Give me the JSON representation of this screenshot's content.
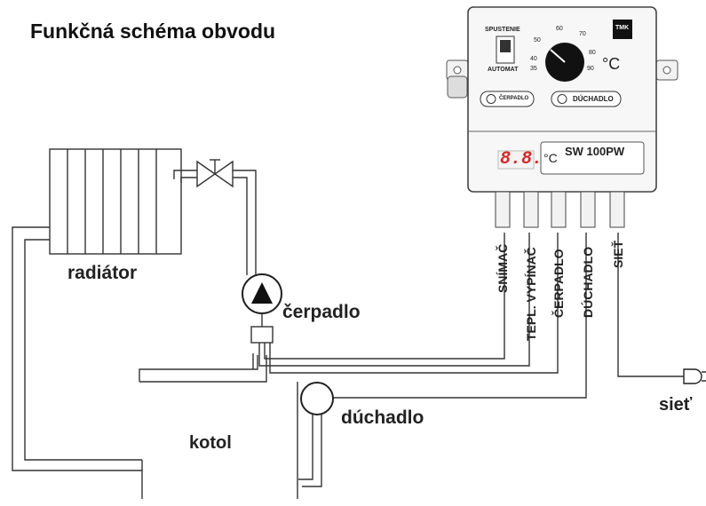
{
  "title": "Funkčná schéma obvodu",
  "components": {
    "radiator": "radiátor",
    "pump": "čerpadlo",
    "blower": "dúchadlo",
    "boiler": "kotol",
    "mains": "sieť"
  },
  "device": {
    "switch_top": "SPUSTENIE",
    "switch_bottom": "AUTOMAT",
    "dial_ticks": [
      "35",
      "40",
      "50",
      "60",
      "70",
      "80",
      "90"
    ],
    "unit": "°C",
    "logo": "TMK",
    "led_pump": "ČERPADLO",
    "led_blower": "DÚCHADLO",
    "display": "8.8.",
    "display_unit": "°C",
    "model": "SW 100PW"
  },
  "terminals": [
    "SNÍMAČ",
    "TEPL. VYPÍNAČ",
    "ČERPADLO",
    "DÚCHADLO",
    "SIEŤ"
  ]
}
